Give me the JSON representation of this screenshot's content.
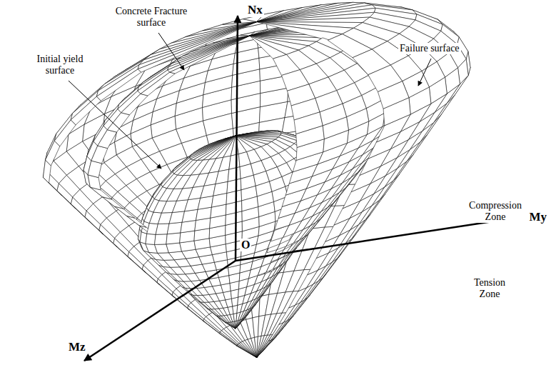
{
  "diagram": {
    "labels": [
      "Nx",
      "Concrete Fracture surface",
      "Failure surface",
      "Initial yield surface",
      "O",
      "Compression Zone",
      "My",
      "Tension Zone",
      "Mz"
    ]
  }
}
